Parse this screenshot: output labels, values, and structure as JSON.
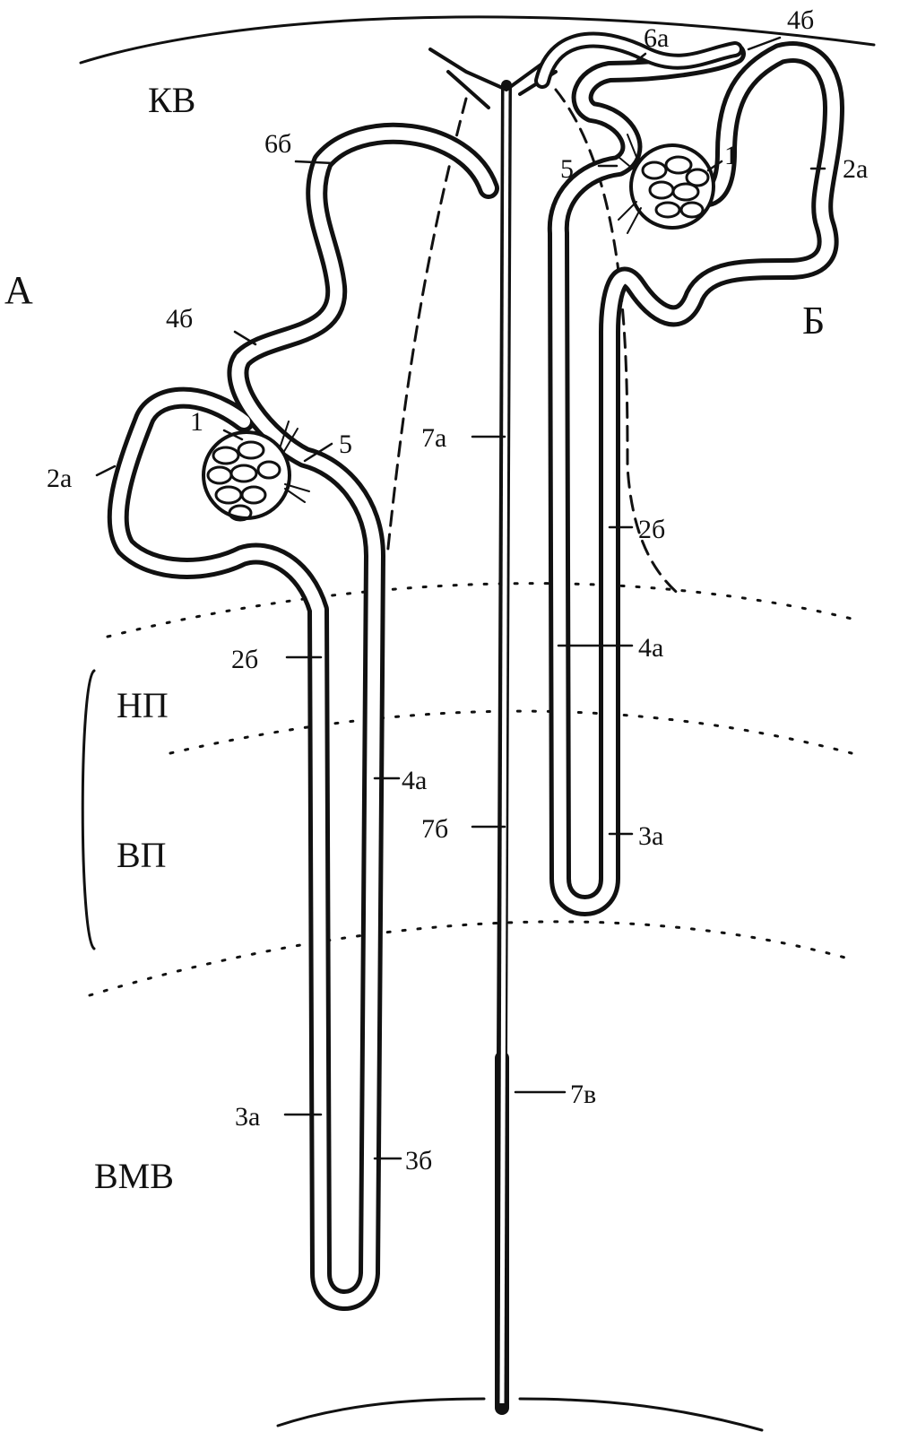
{
  "zones": {
    "cortex": "КВ",
    "outer_stripe": "НП",
    "inner_stripe": "ВП",
    "inner_medulla": "ВМВ"
  },
  "panels": {
    "left": "А",
    "right": "Б"
  },
  "labels": {
    "a_6b": "6б",
    "a_4b": "4б",
    "a_1": "1",
    "a_5": "5",
    "a_2a": "2а",
    "a_2b": "2б",
    "a_4a": "4а",
    "a_3a": "3а",
    "a_3b": "3б",
    "c_7a": "7а",
    "c_7b": "7б",
    "c_7v": "7в",
    "b_6a": "6а",
    "b_4b": "4б",
    "b_5": "5",
    "b_1": "1",
    "b_2a": "2а",
    "b_2b": "2б",
    "b_4a": "4а",
    "b_3a": "3а"
  },
  "colors": {
    "ink": "#111111",
    "background": "#ffffff"
  }
}
